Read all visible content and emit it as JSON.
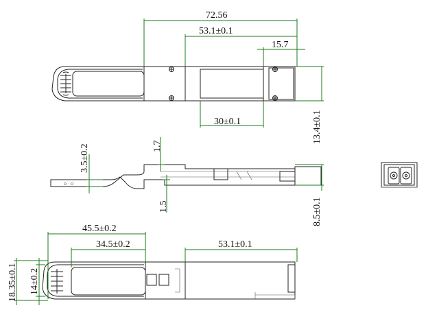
{
  "drawing": {
    "top_view": {
      "overall_length": "72.56",
      "body_length": "53.1±0.1",
      "nose_length": "15.7",
      "window_length": "30±0.1",
      "width": "13.4±0.1"
    },
    "side_view": {
      "tab_height": "3.5±0.2",
      "step_height": "1.7",
      "step_offset": "1.5",
      "body_height": "8.5±0.1"
    },
    "bottom_view": {
      "pull_length": "45.5±0.2",
      "grip_length": "34.5±0.2",
      "body_length": "53.1±0.1",
      "overall_width": "18.35±0.1",
      "grip_width": "14±0.2"
    }
  },
  "colors": {
    "dimension_line": "#1a7a1a",
    "part_outline": "#222222"
  }
}
